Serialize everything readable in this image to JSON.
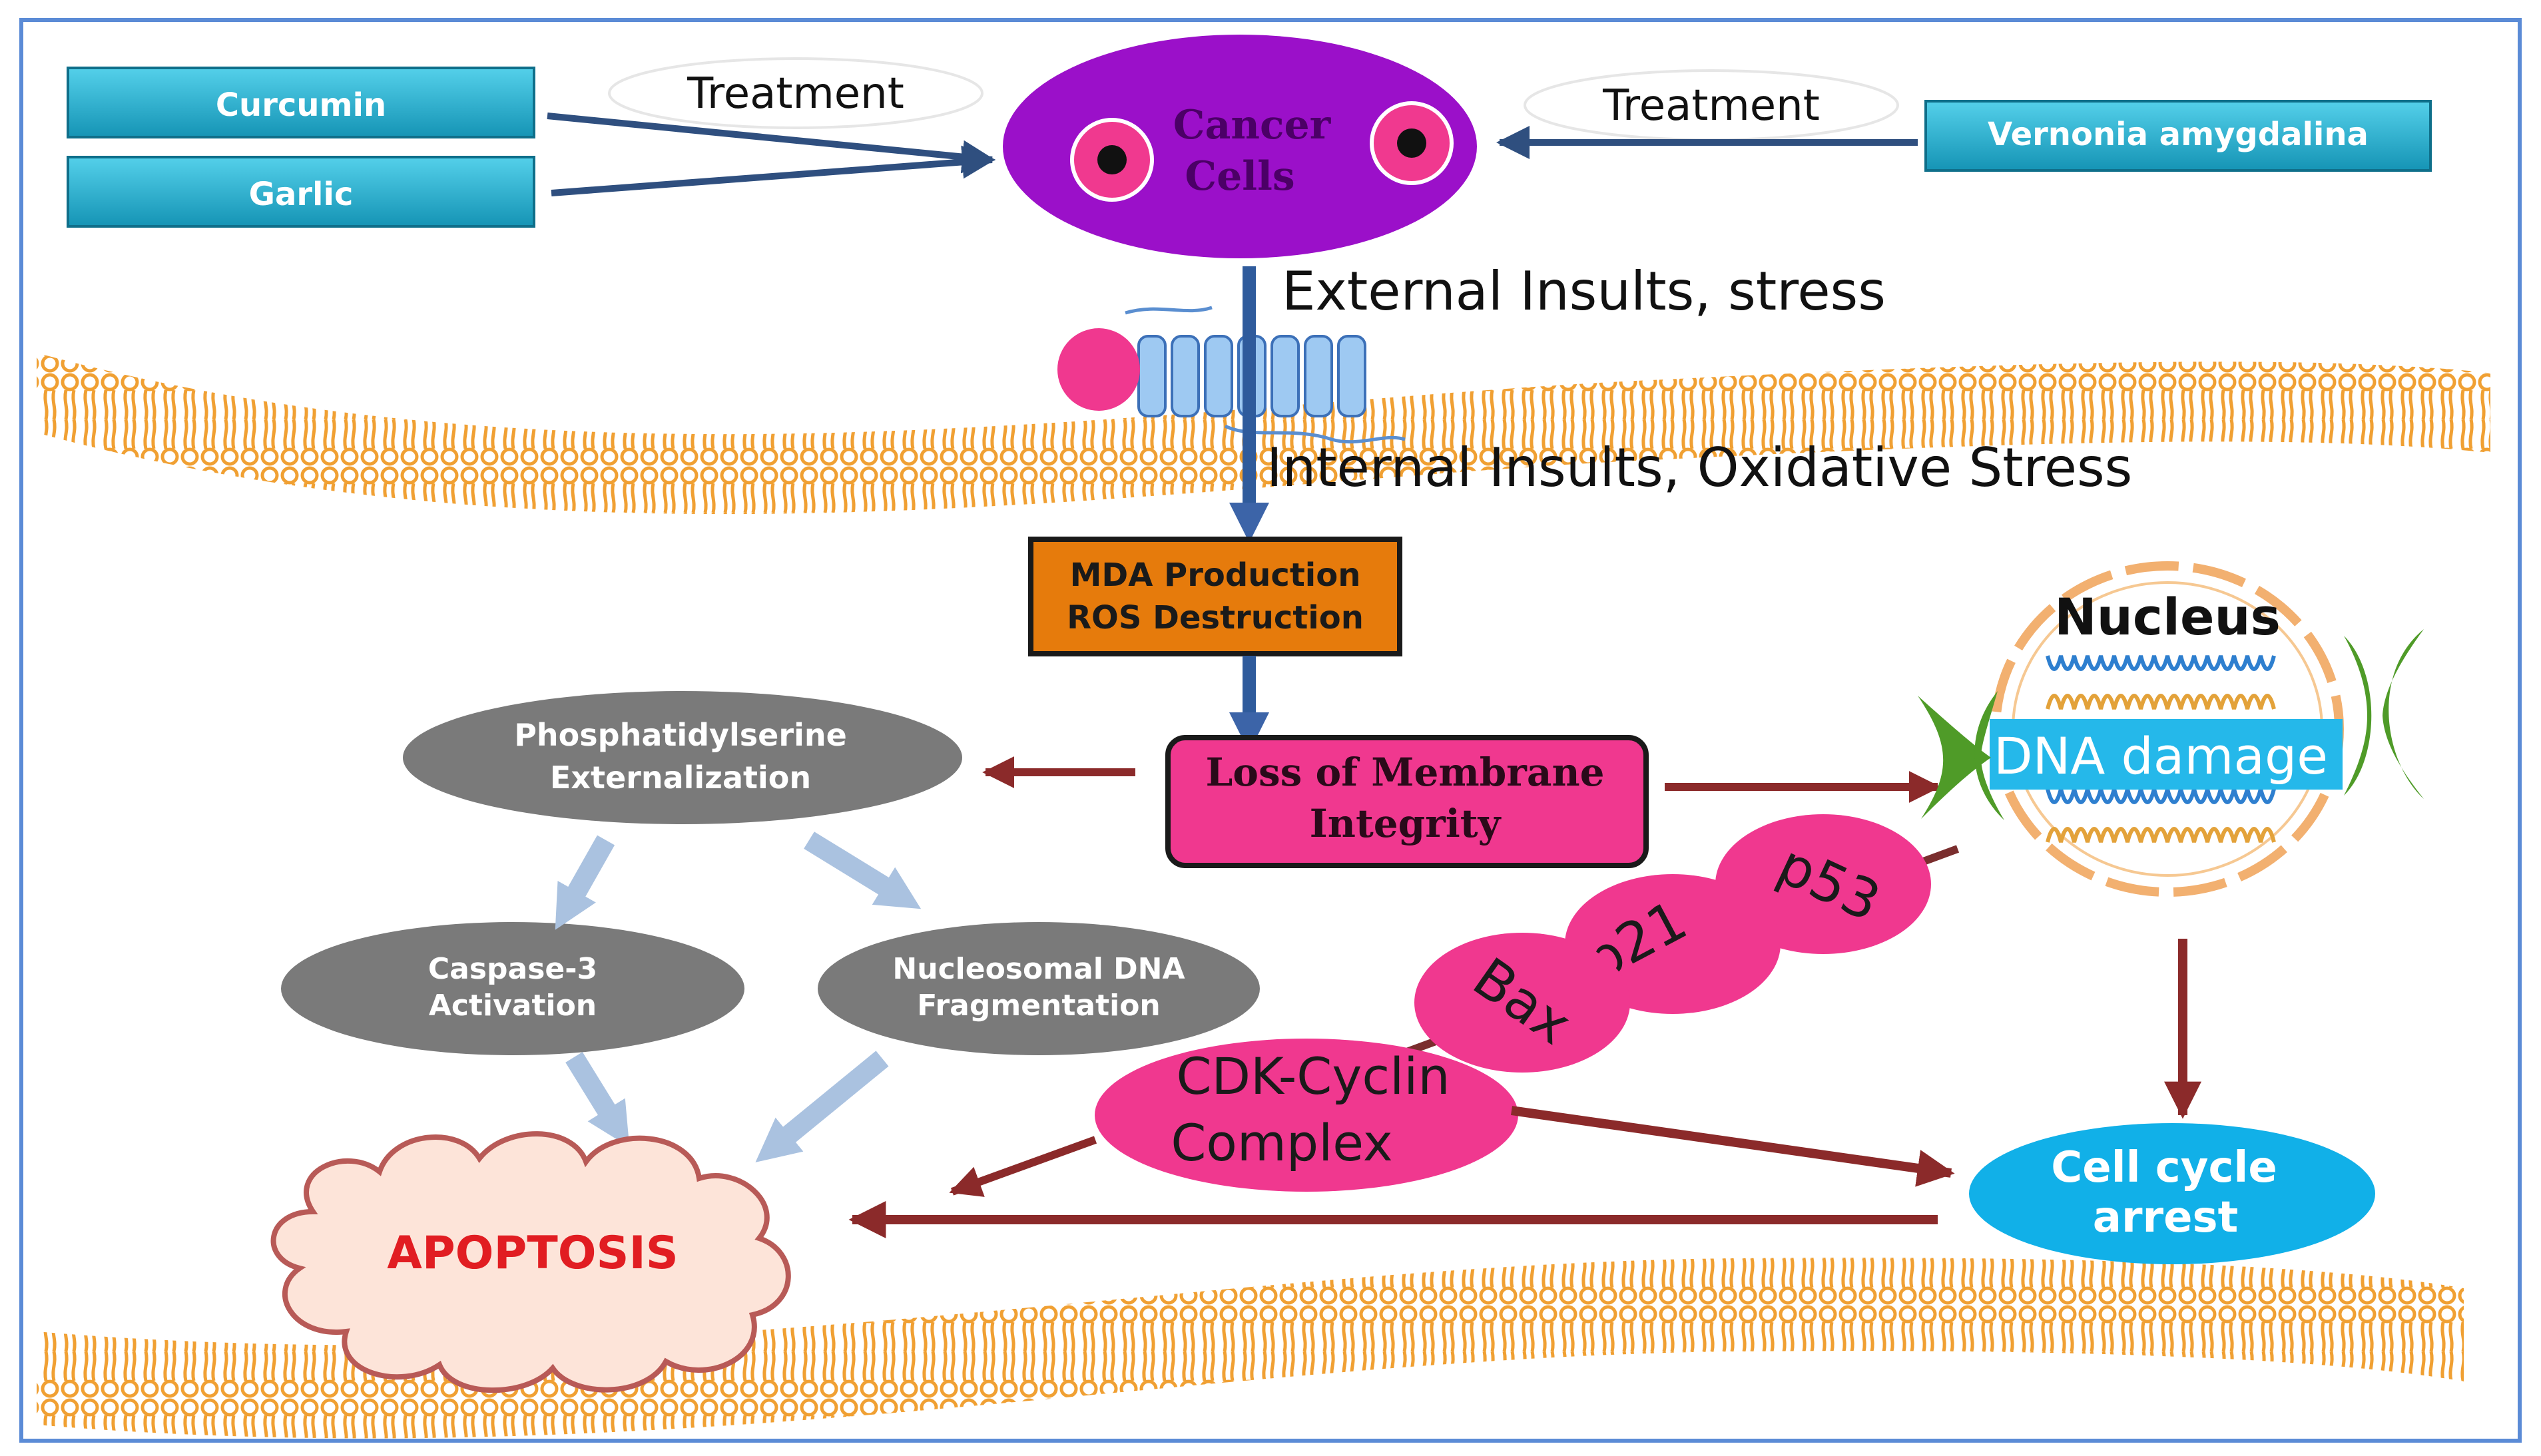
{
  "treatments": {
    "left": [
      "Curcumin",
      "Garlic"
    ],
    "right": "Vernonia amygdalina",
    "label_left": "Treatment",
    "label_right": "Treatment"
  },
  "cancer_cells": {
    "line1": "Cancer",
    "line2": "Cells"
  },
  "stress": {
    "external": "External Insults, stress",
    "internal": "Internal Insults, Oxidative Stress"
  },
  "mda": {
    "line1": "MDA Production",
    "line2": "ROS Destruction"
  },
  "membrane_loss": {
    "line1": "Loss of Membrane",
    "line2": "Integrity"
  },
  "ps": {
    "line1": "Phosphatidylserine",
    "line2": "Externalization"
  },
  "caspase": {
    "line1": "Caspase-3",
    "line2": "Activation"
  },
  "nucleosomal": {
    "line1": "Nucleosomal DNA",
    "line2": "Fragmentation"
  },
  "apoptosis": "APOPTOSIS",
  "nucleus": {
    "title": "Nucleus",
    "dna": "DNA damage"
  },
  "proteins": {
    "p53": "p53",
    "p21": "p21",
    "bax": "Bax"
  },
  "cdk": {
    "line1": "CDK-Cyclin",
    "line2": "Complex"
  },
  "cell_cycle": {
    "line1": "Cell cycle",
    "line2": "arrest"
  },
  "colors": {
    "frame": "#5b8bd6",
    "teal_box": "#1fa9c8",
    "cancer": "#9b10c9",
    "cell_eye": "#f0398f",
    "orange_box": "#e67b0c",
    "magenta": "#f0388f",
    "grey_oval": "#7a7a7a",
    "apoptosis_text": "#e11d22",
    "cyan": "#11b0e8",
    "membrane": "#f0a033",
    "arrow_dark": "#2f4f7f",
    "arrow_red": "#8b2a2a",
    "arrow_light": "#aac2e0",
    "nucleus_green": "#4f9b28"
  }
}
